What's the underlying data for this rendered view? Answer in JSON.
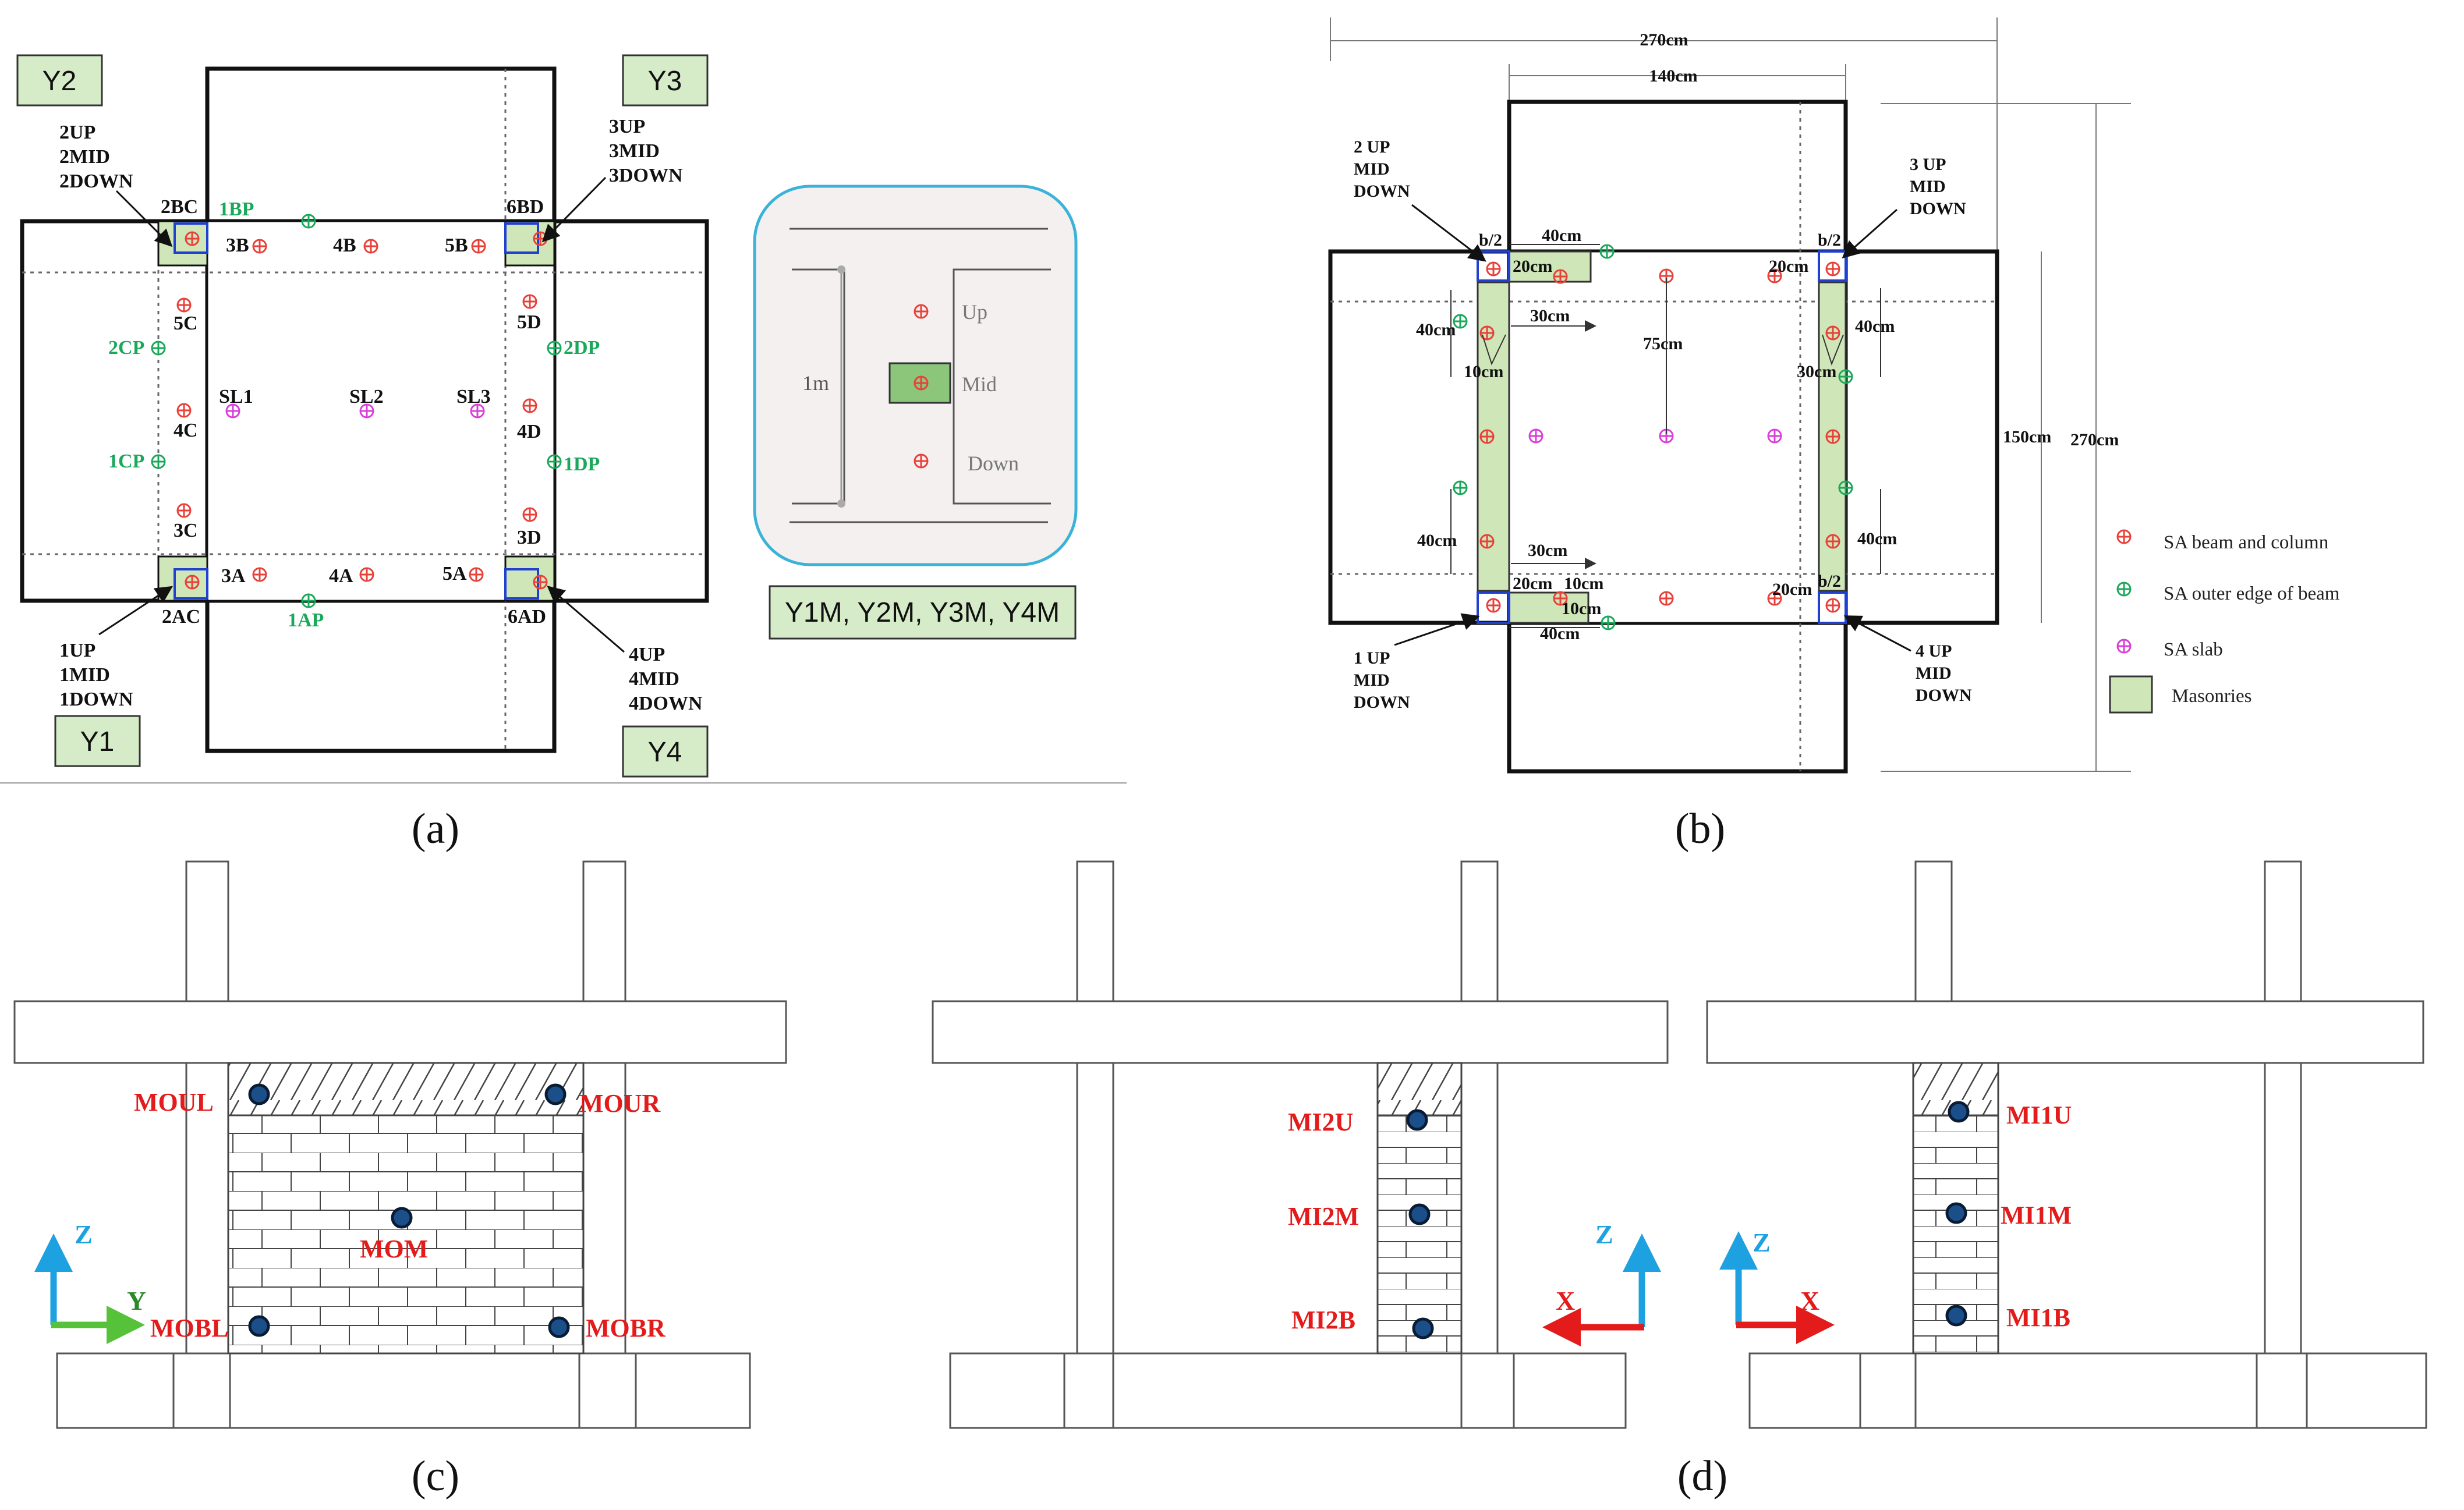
{
  "panel_a": {
    "tags": [
      "Y2",
      "Y3",
      "Y1",
      "Y4"
    ],
    "corner_stacks": {
      "c2": [
        "2UP",
        "2MID",
        "2DOWN"
      ],
      "c3": [
        "3UP",
        "3MID",
        "3DOWN"
      ],
      "c1": [
        "1UP",
        "1MID",
        "1DOWN"
      ],
      "c4": [
        "4UP",
        "4MID",
        "4DOWN"
      ]
    },
    "column_labels": [
      "2BC",
      "6BD",
      "2AC",
      "6AD"
    ],
    "beam_labels": [
      "3B",
      "4B",
      "5B",
      "5C",
      "4C",
      "3C",
      "5D",
      "4D",
      "3D",
      "3A",
      "4A",
      "5A"
    ],
    "edge_labels": [
      "1BP",
      "2CP",
      "1CP",
      "2DP",
      "1DP",
      "1AP"
    ],
    "slab_labels": [
      "SL1",
      "SL2",
      "SL3"
    ],
    "inset": {
      "height_label": "1m",
      "up": "Up",
      "mid": "Mid",
      "down": "Down",
      "caption": "Y1M, Y2M, Y3M, Y4M"
    },
    "caption": "(a)"
  },
  "panel_b": {
    "dims": [
      "270cm",
      "140cm",
      "150cm",
      "270cm"
    ],
    "corner_labels": {
      "c2": [
        "2 UP",
        "MID",
        "DOWN"
      ],
      "c3": [
        "3 UP",
        "MID",
        "DOWN"
      ],
      "c1": [
        "1 UP",
        "MID",
        "DOWN"
      ],
      "c4": [
        "4 UP",
        "MID",
        "DOWN"
      ]
    },
    "inner_dims": {
      "top_left_40": "40cm",
      "top_left_20": "20cm",
      "top_right_20": "20cm",
      "left_40_upper": "40cm",
      "left_30_upper": "30cm",
      "left_10": "10cm",
      "mid_75": "75cm",
      "right_40_upper": "40cm",
      "right_30": "30cm",
      "left_40_lower": "40cm",
      "left_30_lower": "30cm",
      "right_40_lower": "40cm",
      "bot_20": "20cm",
      "bot_10a": "10cm",
      "bot_10b": "10cm",
      "bot_40": "40cm",
      "bot_right_20": "20cm",
      "b2_tl": "b/2",
      "b2_tr": "b/2",
      "b2_br": "b/2"
    },
    "legend": [
      "SA beam and column",
      "SA outer edge of beam",
      "SA slab",
      "Masonries"
    ],
    "caption": "(b)"
  },
  "panel_c": {
    "points": [
      "MOUL",
      "MOUR",
      "MOM",
      "MOBL",
      "MOBR"
    ],
    "axes": {
      "vertical": "Z",
      "horizontal": "Y"
    },
    "caption": "(c)"
  },
  "panel_d": {
    "points_left": [
      "MI2U",
      "MI2M",
      "MI2B"
    ],
    "points_right": [
      "MI1U",
      "MI1M",
      "MI1B"
    ],
    "axes_left": {
      "vertical": "Z",
      "horizontal": "X"
    },
    "axes_right": {
      "vertical": "Z",
      "horizontal": "X"
    },
    "caption": "(d)"
  },
  "colors": {
    "masonry": "#cfe6b8",
    "sensor_red": "#e8413a",
    "sensor_green": "#1aa85a",
    "sensor_magenta": "#d93fd9",
    "axis_blue": "#1ea1e0",
    "axis_green": "#55c23a",
    "axis_red": "#e31b1b",
    "dot": "#1b4f8a"
  }
}
